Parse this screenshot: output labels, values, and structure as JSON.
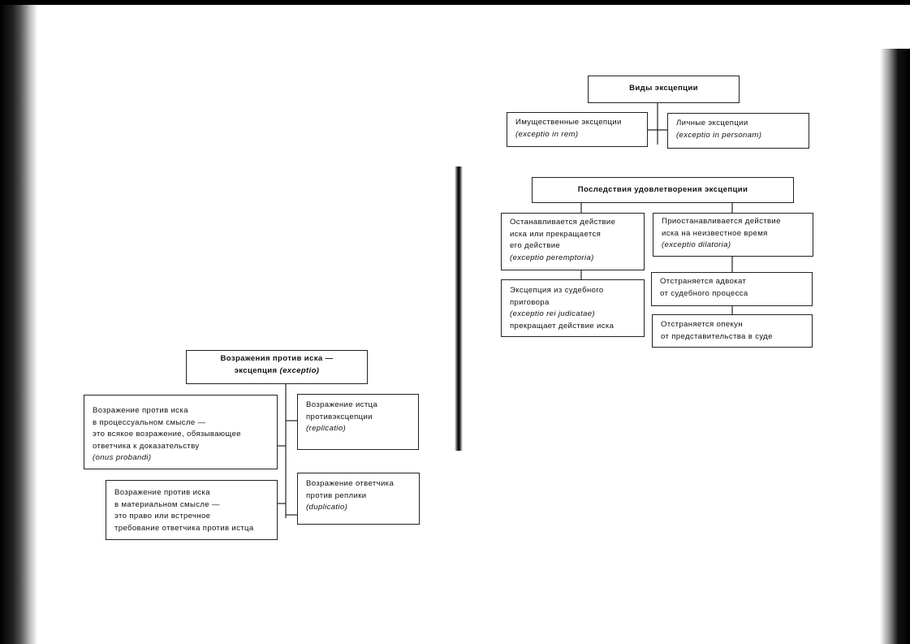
{
  "left_page": {
    "root": {
      "line1": "Возражения против иска —",
      "line2_text": "эксцепция",
      "line2_latin": "(exceptio)"
    },
    "procedural": {
      "lines": [
        "Возражение против иска",
        "в процессуальном смысле —",
        "это всякое возражение, обязывающее",
        "ответчика к доказательству"
      ],
      "latin": "(onus probandi)"
    },
    "material": {
      "lines": [
        "Возражение против иска",
        "в материальном смысле —",
        "это право или встречное",
        "требование ответчика против истца"
      ]
    },
    "replicatio": {
      "lines": [
        "Возражение истца",
        "противэксцепции"
      ],
      "latin": "(replicatio)"
    },
    "duplicatio": {
      "lines": [
        "Возражение ответчика",
        "против реплики"
      ],
      "latin": "(duplicatio)"
    }
  },
  "right_page": {
    "types": {
      "title": "Виды эксцепции",
      "property": {
        "label": "Имущественные эксцепции",
        "latin": "(exceptio in rem)"
      },
      "personal": {
        "label": "Личные эксцепции",
        "latin": "(exceptio in personam)"
      }
    },
    "consequences": {
      "title": "Последствия удовлетворения эксцепции",
      "peremptoria": {
        "lines": [
          "Останавливается действие",
          "иска или прекращается",
          "его действие"
        ],
        "latin": "(exceptio peremptoria)"
      },
      "dilatoria": {
        "lines": [
          "Приостанавливается действие",
          "иска на неизвестное время"
        ],
        "latin": "(exceptio dilatoria)"
      },
      "res_judicata": {
        "lines": [
          "Эксцепция из судебного",
          "приговора"
        ],
        "latin": "(exceptio rei judicatae)",
        "tail": "прекращает действие иска"
      },
      "lawyer": {
        "lines": [
          "Отстраняется адвокат",
          "от судебного процесса"
        ]
      },
      "guardian": {
        "lines": [
          "Отстраняется опекун",
          "от представительства в суде"
        ]
      }
    }
  }
}
